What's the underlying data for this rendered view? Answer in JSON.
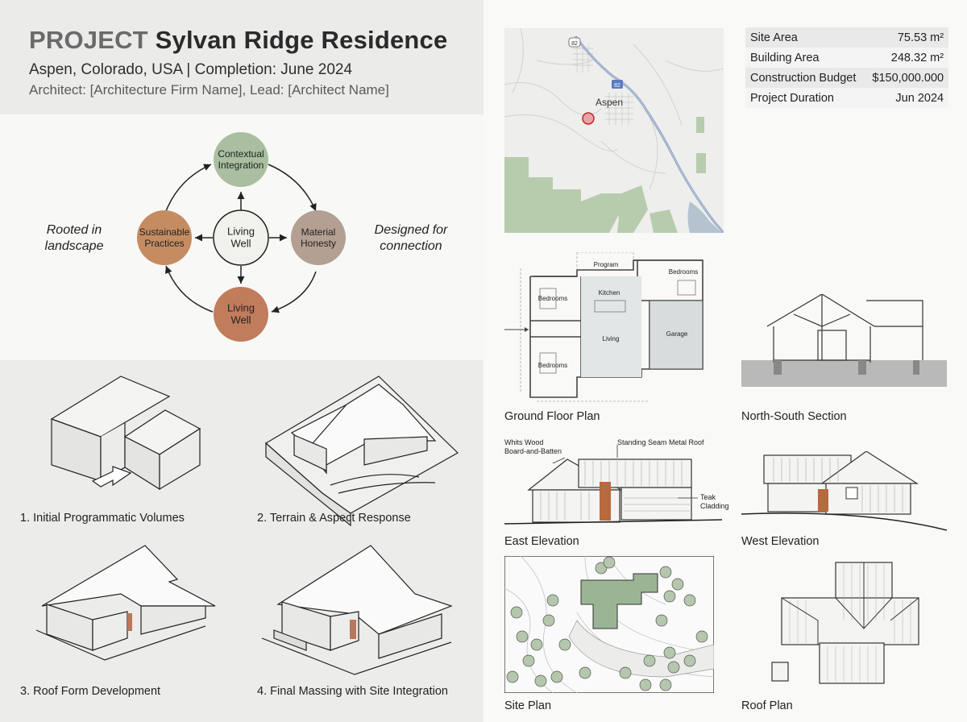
{
  "header": {
    "title_keyword": "PROJECT",
    "title_name": "Sylvan Ridge Residence",
    "location_line": "Aspen, Colorado, USA | Completion: June 2024",
    "credits_line": "Architect: [Architecture Firm Name], Lead: [Architect Name]"
  },
  "concept": {
    "left_note": "Rooted in\nlandscape",
    "right_note": "Designed for\nconnection",
    "center": "Living\nWell",
    "nodes": {
      "top": "Contextual\nIntegration",
      "left": "Sustainable\nPractices",
      "right": "Material\nHonesty",
      "bottom": "Living\nWell"
    },
    "colors": {
      "top": "#a9bfa0",
      "left": "#c58c62",
      "right": "#b3a092",
      "bottom": "#c17c5c"
    }
  },
  "massing": {
    "step1": "1. Initial Programmatic Volumes",
    "step2": "2. Terrain & Aspect Response",
    "step3": "3. Roof Form Development",
    "step4": "4. Final Massing with Site Integration"
  },
  "map": {
    "town_label": "Aspen",
    "highway_1": "82",
    "highway_2": "82"
  },
  "stats": [
    {
      "label": "Site Area",
      "value": "75.53 m²"
    },
    {
      "label": "Building Area",
      "value": "248.32 m²"
    },
    {
      "label": "Construction Budget",
      "value": "$150,000.000"
    },
    {
      "label": "Project Duration",
      "value": "Jun 2024"
    }
  ],
  "drawings": {
    "ground_floor": "Ground Floor Plan",
    "section": "North-South Section",
    "east": "East Elevation",
    "west": "West Elevation",
    "site": "Site Plan",
    "roof": "Roof Plan"
  },
  "plan_labels": {
    "program": "Program",
    "bedrooms_tr": "Bedrooms",
    "bedrooms_l": "Bedrooms",
    "bedrooms_bl": "Bedrooms",
    "kitchen": "Kitchen",
    "living": "Living",
    "garage": "Garage"
  },
  "elevation_notes": {
    "wood": "Whits Wood\nBoard-and-Batten",
    "roof": "Standing Seam Metal Roof",
    "teak": "Teak\nCladding"
  }
}
